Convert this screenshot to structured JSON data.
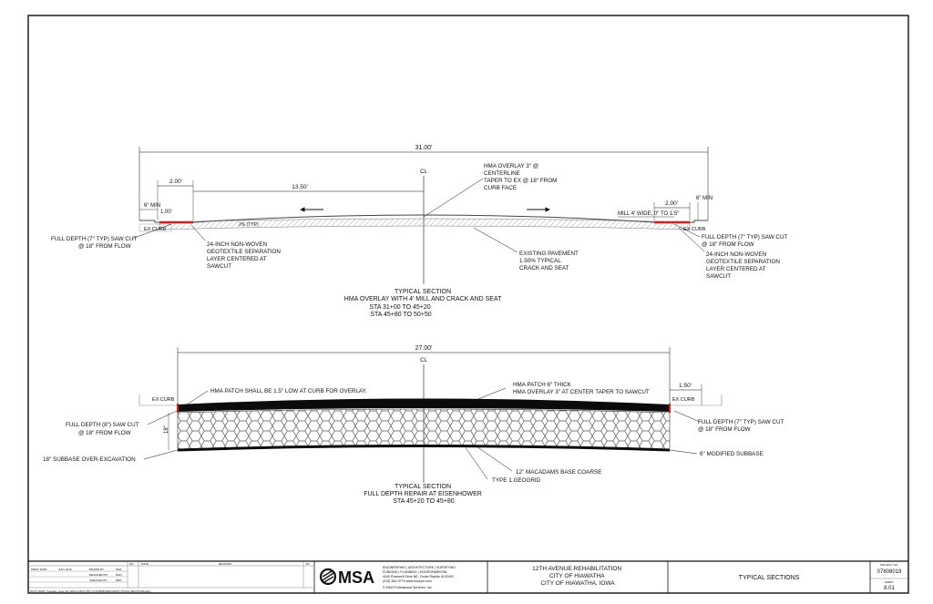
{
  "section1": {
    "overall_dim": "31.00'",
    "dim_left_2": "2.00'",
    "dim_13_50": "13.50'",
    "dim_6min_left": "6\" MIN",
    "dim_1_00": "1.00'",
    "dim_6min_right": "6\" MIN",
    "dim_right_2": "2.00'",
    "cl": "CL",
    "slope": "2% (TYP)",
    "ex_curb_left": "EX CURB",
    "ex_curb_right": "EX CURB",
    "mill": "MILL 4' WIDE, 0\" TO 1.5\"",
    "overlay_note": [
      "HMA OVERLAY 3\" @",
      "CENTERLINE",
      "TAPER TO EX @ 18\" FROM",
      "CURB FACE"
    ],
    "sawcut_left": [
      "FULL DEPTH (7\" TYP) SAW CUT",
      "@ 18\" FROM FLOW"
    ],
    "geotextile_left": [
      "24-INCH NON-WOVEN",
      "GEOTEXTILE SEPARATION",
      "LAYER CENTERED AT",
      "SAWCUT"
    ],
    "existing": [
      "EXISTING PAVEMENT",
      "1.50% TYPICAL",
      "CRACK AND SEAT"
    ],
    "sawcut_right": [
      "FULL DEPTH (7\" TYP) SAW CUT",
      "@ 18\" FROM FLOW"
    ],
    "geotextile_right": [
      "24-INCH NON-WOVEN",
      "GEOTEXTILE SEPARATION",
      "LAYER CENTERED AT",
      "SAWCUT"
    ],
    "title": [
      "TYPICAL SECTION",
      "HMA OVERLAY WITH 4' MILL AND CRACK AND SEAT",
      "STA 31+00 TO 45+20",
      "STA 45+80 TO 50+50"
    ]
  },
  "section2": {
    "overall_dim": "27.00'",
    "cl": "CL",
    "dim_1_50": "1.50'",
    "dim_18": "18\"",
    "ex_curb_left": "EX CURB",
    "ex_curb_right": "EX CURB",
    "patch_low": "HMA PATCH SHALL BE 1.5\" LOW AT CURB FOR OVERLAY.",
    "patch_thick": [
      "HMA PATCH 6\" THICK",
      "HMA OVERLAY 3\" AT CENTER TAPER TO SAWCUT"
    ],
    "sawcut_left": [
      "FULL DEPTH (8\") SAW CUT",
      "@ 18\" FROM FLOW"
    ],
    "sawcut_right": [
      "FULL DEPTH (7\" TYP) SAW CUT",
      "@ 18\" FROM FLOW"
    ],
    "subbase_over": "18\" SUBBASE OVER-EXCAVATION",
    "modified_subbase": "6\" MODIFIED SUBBASE",
    "macadams": "12\" MACADAMS BASE COARSE",
    "geogrid": "TYPE 1 GEOGRID",
    "title": [
      "TYPICAL SECTION",
      "FULL DEPTH REPAIR AT EISENHOWER",
      "STA 45+20 TO 45+80"
    ]
  },
  "title_block": {
    "rev_headers": [
      "NO.",
      "DATE",
      "REVISION",
      "BY"
    ],
    "design_rows": [
      [
        "PRINT DATE",
        "JULY 2019",
        "DRAWN BY",
        "MSA"
      ],
      [
        "",
        "",
        "DESIGNED BY",
        "RGN"
      ],
      [
        "",
        "",
        "CHECKED BY",
        "RRR"
      ]
    ],
    "plot_date": "PLOT DATE:   Tuesday, June 18, 2019 2:16:07 PM  |  N:\\07808019\\PLANS\\TYPICAL SECTIONS.dwg",
    "logo": "MSA",
    "firm_lines": [
      "ENGINEERING | ARCHITECTURE | SURVEYING",
      "FUNDING | PLANNING | ENVIRONMENTAL",
      "4040 Rockwell Drive NE, Cedar Rapids IA 52402",
      "(319) 364-9775  www.msa-ps.com"
    ],
    "firm_copyright": "© MSA Professional Services, Inc.",
    "project_lines": [
      "12TH AVENUE REHABILITATION",
      "CITY OF HIAWATHA",
      "CITY OF HIAWATHA, IOWA"
    ],
    "sheet_title": "TYPICAL SECTIONS",
    "project_no_label": "PROJECT NO.",
    "project_no": "07808019",
    "sheet_label": "SHEET",
    "sheet_no": "8.01"
  }
}
